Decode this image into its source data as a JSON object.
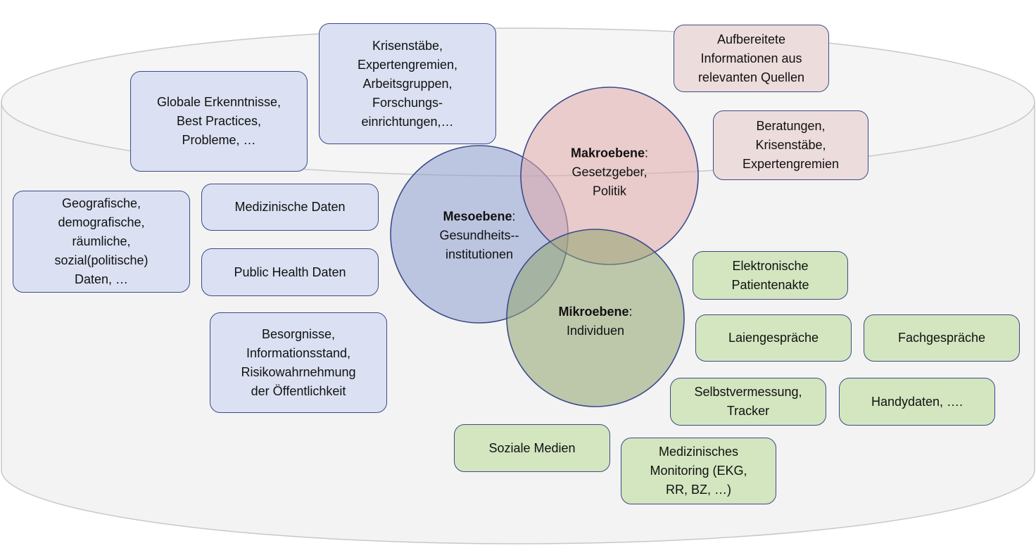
{
  "colors": {
    "cylinder_fill": "#f3f3f3",
    "cylinder_stroke": "#c8c8c8",
    "box_border": "#3c4a8a",
    "blue_box": "#dbe1f2",
    "pink_box": "#ecdcdc",
    "green_box": "#d3e6bf",
    "meso_circle": "#8e9fd0",
    "makro_circle": "#e0a9a9",
    "mikro_circle": "#8fa46f"
  },
  "circles": {
    "meso": {
      "title": "Mesoebene",
      "colon": ":",
      "subtitle": "Gesundheits--\ninstitutionen"
    },
    "makro": {
      "title": "Makroebene",
      "colon": ":",
      "subtitle": "Gesetzgeber,\nPolitik"
    },
    "mikro": {
      "title": "Mikroebene",
      "colon": ":",
      "subtitle": "Individuen"
    }
  },
  "boxes": {
    "globale": "Globale Erkenntnisse,\nBest Practices,\nProbleme, …",
    "krisenstaebe": "Krisenstäbe,\nExpertengremien,\nArbeitsgruppen,\nForschungs-\neinrichtungen,…",
    "aufbereitete": "Aufbereitete\nInformationen aus\nrelevanten Quellen",
    "beratungen": "Beratungen,\nKrisenstäbe,\nExpertengremien",
    "geografische": "Geografische,\ndemografische,\nräumliche,\nsozial(politische)\nDaten, …",
    "medizinische": "Medizinische Daten",
    "publichealth": "Public Health Daten",
    "besorgnisse": "Besorgnisse,\nInformationsstand,\nRisikowahrnehmung\nder Öffentlichkeit",
    "elektronische": "Elektronische\nPatientenakte",
    "laien": "Laiengespräche",
    "fach": "Fachgespräche",
    "selbst": "Selbstvermessung,\nTracker",
    "handy": "Handydaten, ….",
    "soziale": "Soziale  Medien",
    "monitoring": "Medizinisches\nMonitoring (EKG,\nRR, BZ, …)"
  }
}
